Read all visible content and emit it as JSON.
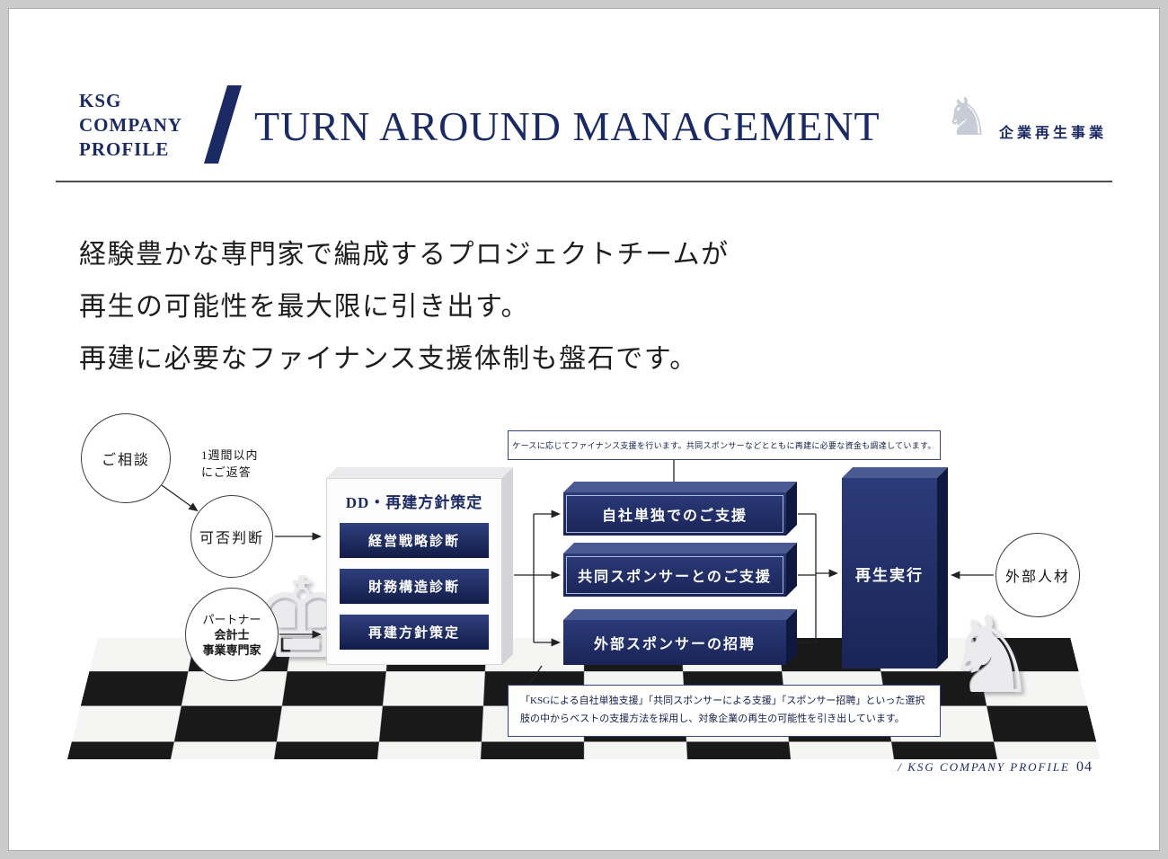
{
  "colors": {
    "brand_navy": "#1b2a63",
    "board_dark": "#19191a"
  },
  "header": {
    "logo_lines": [
      "KSG",
      "COMPANY",
      "PROFILE"
    ],
    "title": "TURN AROUND MANAGEMENT",
    "knight_icon": "♞",
    "tag": "企業再生事業"
  },
  "lead": {
    "lines": [
      "経験豊かな専門家で編成するプロジェクトチームが",
      "再生の可能性を最大限に引き出す。",
      "再建に必要なファイナンス支援体制も盤石です。"
    ]
  },
  "diagram": {
    "consult": "ご相談",
    "reply_note": [
      "1週間以内",
      "にご返答"
    ],
    "judge": "可否判断",
    "partner": [
      "パートナー",
      "会計士",
      "事業専門家"
    ],
    "dd": {
      "title": "DD・再建方針策定",
      "items": [
        "経営戦略診断",
        "財務構造診断",
        "再建方針策定"
      ]
    },
    "finance_note": "ケースに応じてファイナンス支援を行います。共同スポンサーなどとともに再建に必要な資金も調達しています。",
    "supports": [
      "自社単独でのご支援",
      "共同スポンサーとのご支援",
      "外部スポンサーの招聘"
    ],
    "execute": "再生実行",
    "external": "外部人材",
    "method_note": "「KSGによる自社単独支援」「共同スポンサーによる支援」「スポンサー招聘」といった選択肢の中からベストの支援方法を採用し、対象企業の再生の可能性を引き出しています。",
    "pieces": {
      "king": "♚",
      "knight": "♞"
    }
  },
  "footer": {
    "label": "/ KSG COMPANY PROFILE",
    "page": "04"
  }
}
